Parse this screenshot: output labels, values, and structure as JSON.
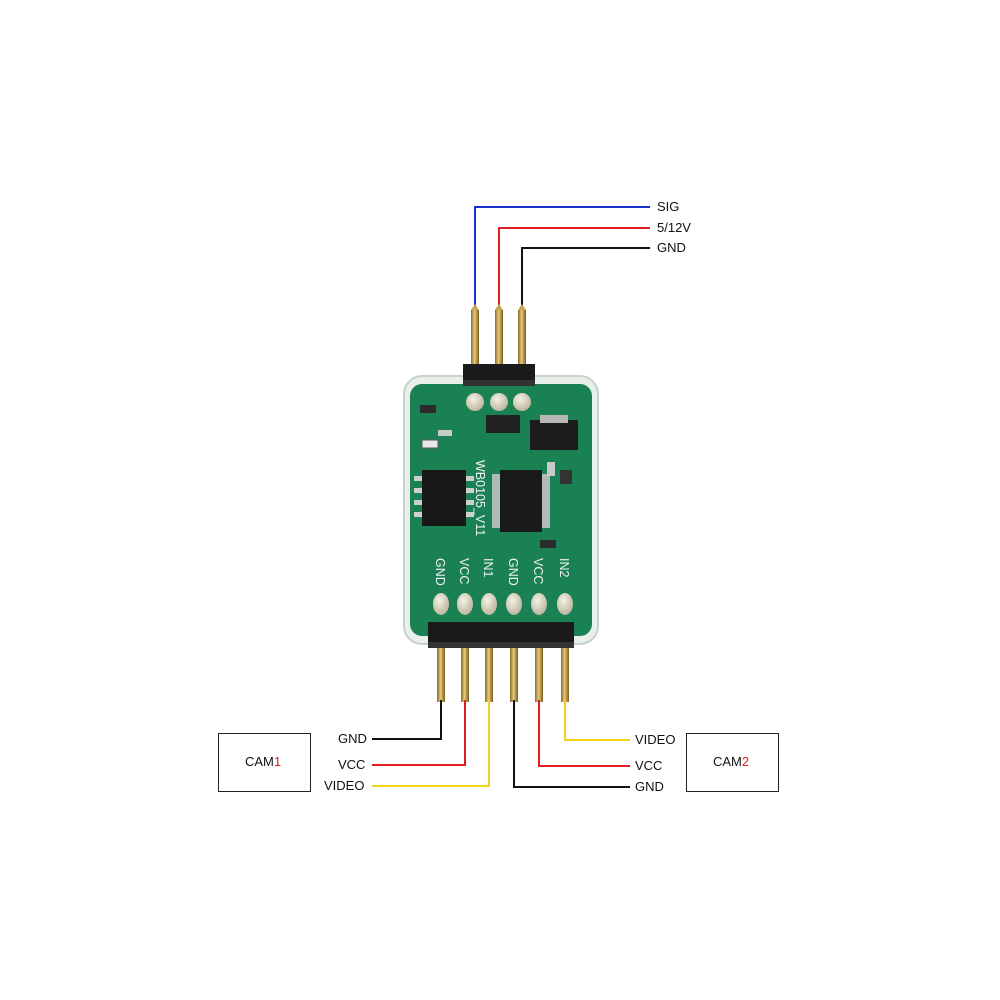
{
  "top_connector": {
    "wires": [
      {
        "label": "SIG",
        "color": "#1a2fd0"
      },
      {
        "label": "5/12V",
        "color": "#e02020"
      },
      {
        "label": "GND",
        "color": "#111111"
      }
    ]
  },
  "board": {
    "pcb_color": "#1d8a5c",
    "marking": "WB0105_V11",
    "pad_labels": [
      "GND",
      "VCC",
      "IN1",
      "GND",
      "VCC",
      "IN2"
    ]
  },
  "cam1": {
    "name_prefix": "CAM",
    "name_number": "1",
    "wires": [
      {
        "label": "GND",
        "color": "#111111"
      },
      {
        "label": "VCC",
        "color": "#e02020"
      },
      {
        "label": "VIDEO",
        "color": "#f2d21a"
      }
    ]
  },
  "cam2": {
    "name_prefix": "CAM",
    "name_number": "2",
    "wires": [
      {
        "label": "VIDEO",
        "color": "#f2d21a"
      },
      {
        "label": "VCC",
        "color": "#e02020"
      },
      {
        "label": "GND",
        "color": "#111111"
      }
    ]
  },
  "accent_number_color": "#e02020"
}
